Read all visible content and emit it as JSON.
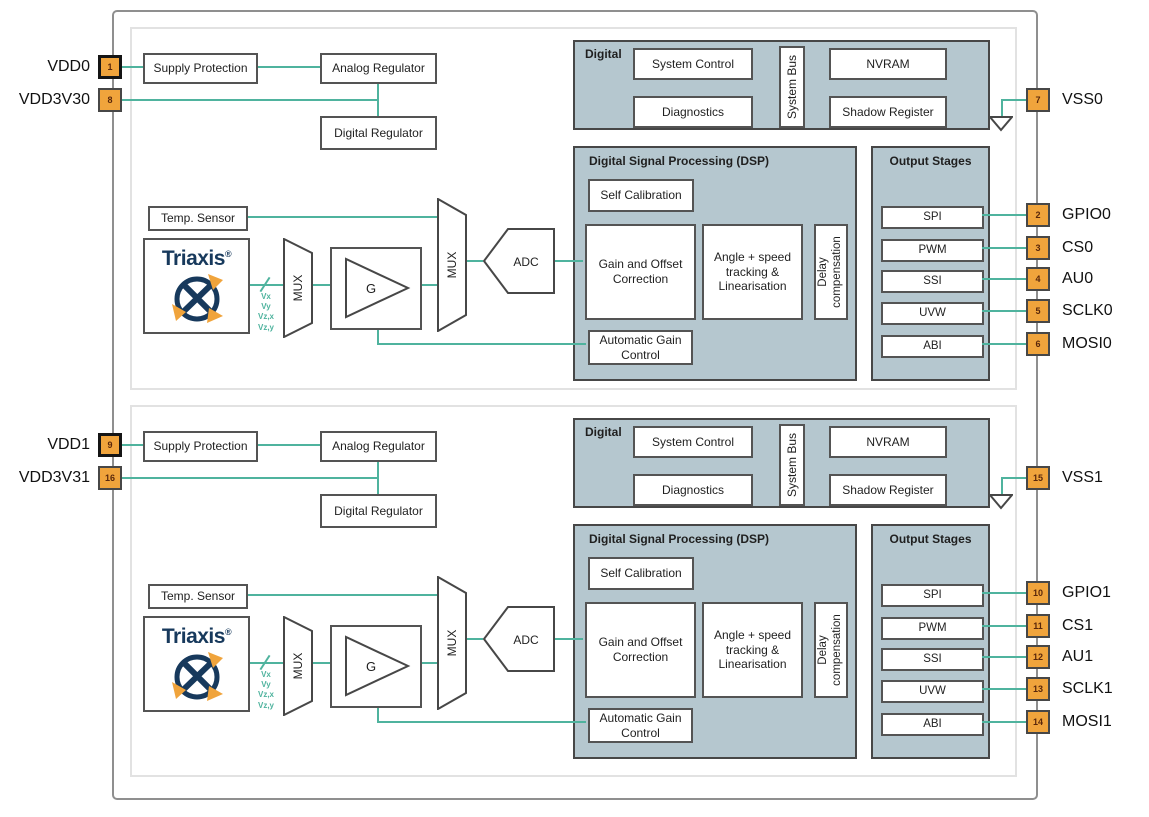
{
  "diagram": {
    "type": "chip-block-diagram"
  },
  "colors": {
    "wire_teal": "#4fb39e",
    "block_fill": "#b5c7cf",
    "pin_orange": "#f0a43c",
    "triaxis_navy": "#17395c",
    "arrow_orange": "#f0a43c"
  },
  "die0": {
    "supply_protection": "Supply Protection",
    "analog_regulator": "Analog Regulator",
    "digital_regulator": "Digital Regulator",
    "temp_sensor": "Temp. Sensor",
    "triaxis": {
      "brand": "Triaxis",
      "reg": "®"
    },
    "mux1": "MUX",
    "amp": "G",
    "mux2": "MUX",
    "adc": "ADC",
    "signals": [
      "Vx",
      "Vy",
      "Vz,x",
      "Vz,y"
    ],
    "digital_block": {
      "title": "Digital",
      "system_control": "System Control",
      "diagnostics": "Diagnostics",
      "system_bus": "System Bus",
      "nvram": "NVRAM",
      "shadow_register": "Shadow Register"
    },
    "dsp": {
      "title": "Digital Signal Processing (DSP)",
      "self_calibration": "Self Calibration",
      "gain_offset": "Gain and Offset Correction",
      "angle_speed": "Angle + speed tracking & Linearisation",
      "delay": "Delay compensation",
      "agc": "Automatic Gain Control"
    },
    "output_stages": {
      "title": "Output Stages",
      "items": [
        "SPI",
        "PWM",
        "SSI",
        "UVW",
        "ABI"
      ]
    },
    "pins": {
      "vdd": {
        "num": "1",
        "label": "VDD0"
      },
      "vdd3v3": {
        "num": "8",
        "label": "VDD3V30"
      },
      "vss": {
        "num": "7",
        "label": "VSS0"
      },
      "out1": {
        "num": "2",
        "label": "GPIO0"
      },
      "out2": {
        "num": "3",
        "label": "CS0"
      },
      "out3": {
        "num": "4",
        "label": "AU0"
      },
      "out4": {
        "num": "5",
        "label": "SCLK0"
      },
      "out5": {
        "num": "6",
        "label": "MOSI0"
      }
    }
  },
  "die1": {
    "supply_protection": "Supply Protection",
    "analog_regulator": "Analog Regulator",
    "digital_regulator": "Digital Regulator",
    "temp_sensor": "Temp. Sensor",
    "triaxis": {
      "brand": "Triaxis",
      "reg": "®"
    },
    "mux1": "MUX",
    "amp": "G",
    "mux2": "MUX",
    "adc": "ADC",
    "signals": [
      "Vx",
      "Vy",
      "Vz,x",
      "Vz,y"
    ],
    "digital_block": {
      "title": "Digital",
      "system_control": "System Control",
      "diagnostics": "Diagnostics",
      "system_bus": "System Bus",
      "nvram": "NVRAM",
      "shadow_register": "Shadow Register"
    },
    "dsp": {
      "title": "Digital Signal Processing (DSP)",
      "self_calibration": "Self Calibration",
      "gain_offset": "Gain and Offset Correction",
      "angle_speed": "Angle + speed tracking & Linearisation",
      "delay": "Delay compensation",
      "agc": "Automatic Gain Control"
    },
    "output_stages": {
      "title": "Output Stages",
      "items": [
        "SPI",
        "PWM",
        "SSI",
        "UVW",
        "ABI"
      ]
    },
    "pins": {
      "vdd": {
        "num": "9",
        "label": "VDD1"
      },
      "vdd3v3": {
        "num": "16",
        "label": "VDD3V31"
      },
      "vss": {
        "num": "15",
        "label": "VSS1"
      },
      "out1": {
        "num": "10",
        "label": "GPIO1"
      },
      "out2": {
        "num": "11",
        "label": "CS1"
      },
      "out3": {
        "num": "12",
        "label": "AU1"
      },
      "out4": {
        "num": "13",
        "label": "SCLK1"
      },
      "out5": {
        "num": "14",
        "label": "MOSI1"
      }
    }
  }
}
